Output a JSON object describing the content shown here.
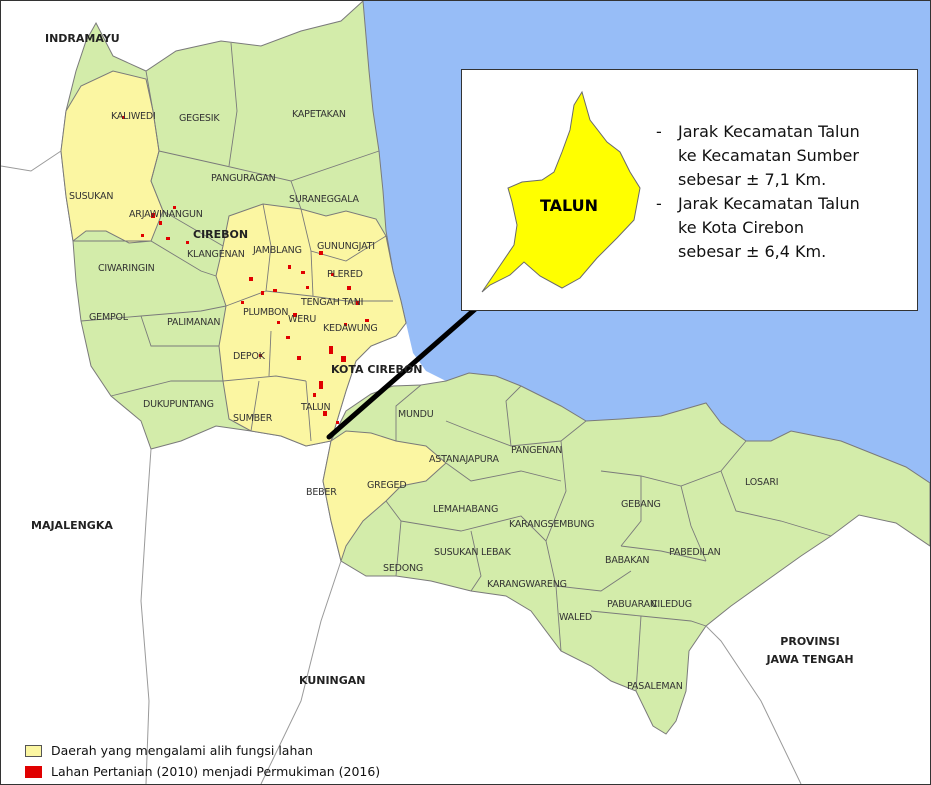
{
  "colors": {
    "sea": "#97bdf7",
    "land_green": "#d3ecaa",
    "land_yellow": "#fbf6a2",
    "converted_red": "#e00000",
    "talun_yellow": "#ffff00",
    "boundary": "#7a7a7a",
    "arrow": "#000000"
  },
  "neighbors": {
    "indramayu": "INDRAMAYU",
    "majalengka": "MAJALENGKA",
    "kuningan": "KUNINGAN",
    "provinsi_line1": "PROVINSI",
    "provinsi_line2": "JAWA TENGAH"
  },
  "regions": {
    "cirebon": "CIREBON",
    "kota_cirebon": "KOTA CIREBON"
  },
  "districts": [
    "KALIWEDI",
    "GEGESIK",
    "KAPETAKAN",
    "SUSUKAN",
    "PANGURAGAN",
    "ARJAWINANGUN",
    "SURANEGGALA",
    "JAMBLANG",
    "GUNUNGJATI",
    "KLANGENAN",
    "CIWARINGIN",
    "PLERED",
    "TENGAH TANI",
    "GEMPOL",
    "PALIMANAN",
    "PLUMBON",
    "WERU",
    "KEDAWUNG",
    "DEPOK",
    "DUKUPUNTANG",
    "SUMBER",
    "TALUN",
    "MUNDU",
    "ASTANAJAPURA",
    "PANGENAN",
    "BEBER",
    "GREGED",
    "LEMAHABANG",
    "KARANGSEMBUNG",
    "GEBANG",
    "LOSARI",
    "SEDONG",
    "SUSUKAN LEBAK",
    "BABAKAN",
    "PABEDILAN",
    "KARANGWARENG",
    "PABUARAN",
    "CILEDUG",
    "WALED",
    "PASALEMAN"
  ],
  "inset": {
    "title": "TALUN",
    "notes": [
      {
        "dash": "-",
        "lines": [
          "Jarak Kecamatan Talun",
          "ke Kecamatan Sumber",
          "sebesar ± 7,1 Km."
        ]
      },
      {
        "dash": "-",
        "lines": [
          "Jarak Kecamatan Talun",
          "ke Kota Cirebon",
          "sebesar ± 6,4 Km."
        ]
      }
    ]
  },
  "legend": [
    {
      "label": "Daerah yang mengalami alih fungsi lahan",
      "color": "#fbf6a2"
    },
    {
      "label": "Lahan Pertanian (2010) menjadi Permukiman (2016)",
      "color": "#e00000"
    }
  ]
}
